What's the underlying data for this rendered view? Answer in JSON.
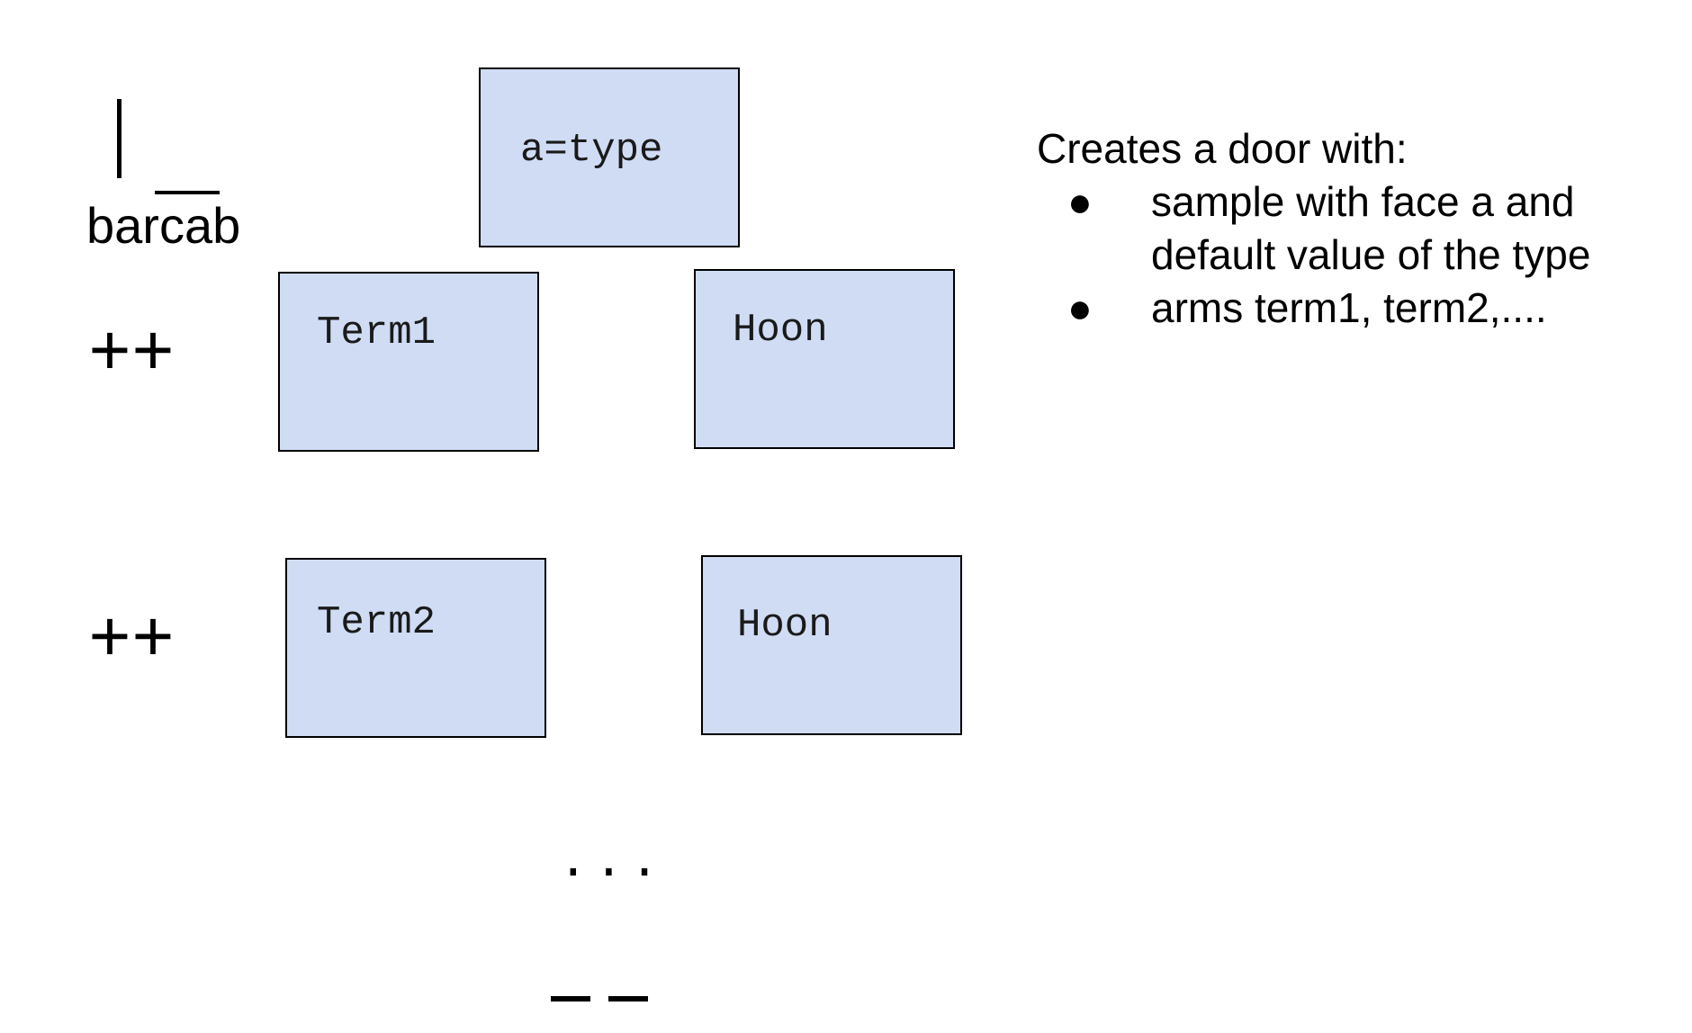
{
  "rune": {
    "name": "barcab",
    "arm_glyph": "++",
    "ellipsis": "...",
    "closer_glyph": "--"
  },
  "boxes": {
    "sample": "a=type",
    "arm1_name": "Term1",
    "arm1_body": "Hoon",
    "arm2_name": "Term2",
    "arm2_body": "Hoon"
  },
  "description": {
    "heading": "Creates a door with:",
    "bullet_glyph": "●",
    "items": [
      "sample with face a and default value of the type",
      "arms term1, term2,...."
    ]
  },
  "colors": {
    "box_fill": "#cfdcf4",
    "box_border": "#000000",
    "text": "#000000"
  }
}
